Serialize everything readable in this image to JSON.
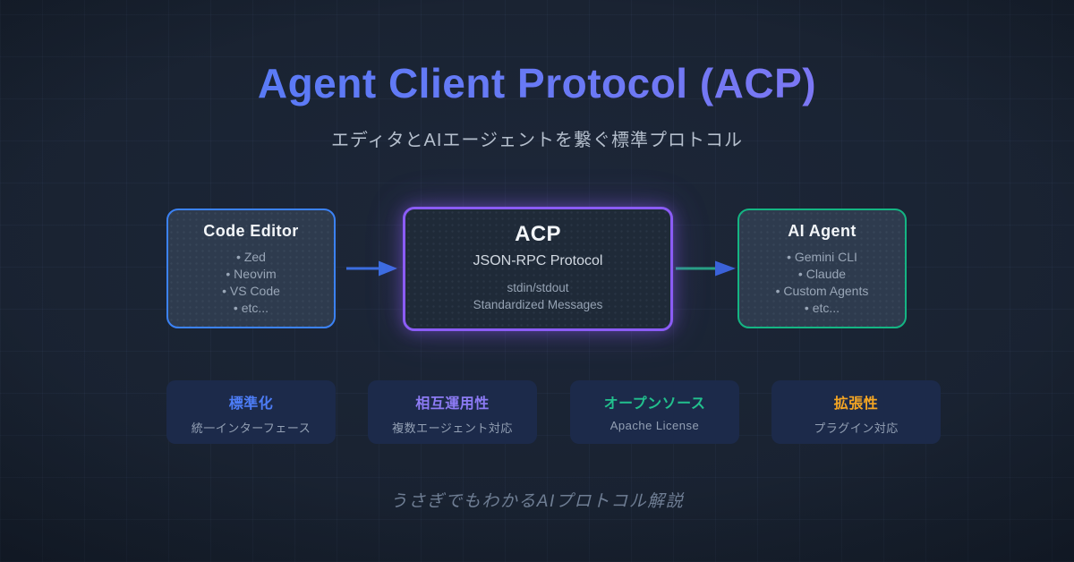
{
  "page": {
    "title": "Agent Client Protocol (ACP)",
    "subtitle": "エディタとAIエージェントを繋ぐ標準プロトコル",
    "footer": "うさぎでもわかるAIプロトコル解説"
  },
  "diagram": {
    "editor": {
      "title": "Code Editor",
      "items": [
        "• Zed",
        "• Neovim",
        "• VS Code",
        "• etc..."
      ]
    },
    "acp": {
      "title": "ACP",
      "subtitle": "JSON-RPC Protocol",
      "lines": [
        "stdin/stdout",
        "Standardized Messages"
      ]
    },
    "agent": {
      "title": "AI Agent",
      "items": [
        "• Gemini CLI",
        "• Claude",
        "• Custom Agents",
        "• etc..."
      ]
    }
  },
  "features": [
    {
      "title": "標準化",
      "subtitle": "統一インターフェース",
      "color": "#4d7df7"
    },
    {
      "title": "相互運用性",
      "subtitle": "複数エージェント対応",
      "color": "#8d7bf5"
    },
    {
      "title": "オープンソース",
      "subtitle": "Apache License",
      "color": "#22c08d"
    },
    {
      "title": "拡張性",
      "subtitle": "プラグイン対応",
      "color": "#f5a623"
    }
  ],
  "colors": {
    "title_gradient_start": "#4d7cf7",
    "title_gradient_end": "#8f75f2",
    "editor_border": "#3b82f6",
    "acp_border": "#8b5cf6",
    "agent_border": "#14b583",
    "arrow_blue": "#3b6de0",
    "arrow_teal": "#27a184"
  }
}
